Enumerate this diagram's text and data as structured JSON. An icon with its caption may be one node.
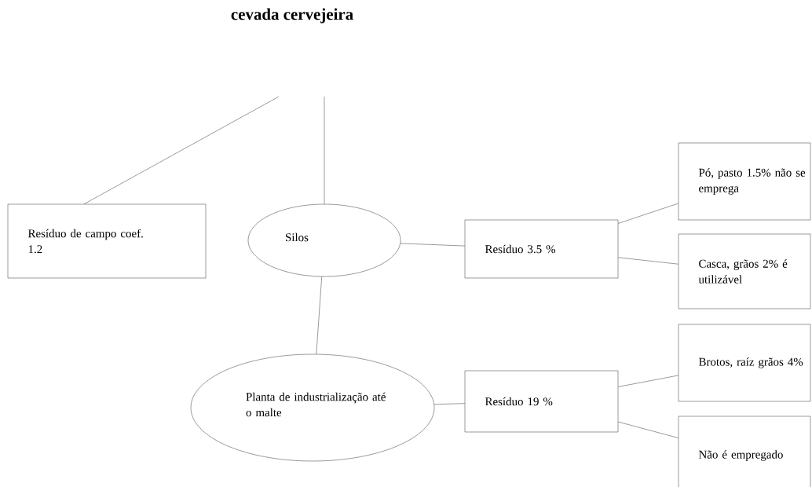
{
  "diagram": {
    "title": "cevada cervejeira",
    "nodes": [
      {
        "text": [
          "Resíduo de campo coef. 1.2"
        ]
      },
      {
        "text": [
          "Silos"
        ]
      },
      {
        "text": [
          "Resíduo 3.5 %"
        ]
      },
      {
        "text": [
          "Pó, pasto 1.5% não se emprega"
        ]
      },
      {
        "text": [
          "Casca, grãos 2% é utilizável"
        ]
      },
      {
        "text": [
          "Planta de industrialização até o malte"
        ]
      },
      {
        "text": [
          "Resíduo 19 %"
        ]
      },
      {
        "text": [
          "Brotos, raíz grãos 4%"
        ]
      },
      {
        "text": [
          "Não é empregado"
        ]
      }
    ],
    "edges": [
      {
        "from": null,
        "to": 0,
        "arrow": "none"
      },
      {
        "from": null,
        "to": 1,
        "arrow": "none"
      },
      {
        "from": 1,
        "to": 2,
        "arrow": "none"
      },
      {
        "from": 2,
        "to": 3,
        "arrow": "none"
      },
      {
        "from": 2,
        "to": 4,
        "arrow": "none"
      },
      {
        "from": 1,
        "to": 5,
        "arrow": "none"
      },
      {
        "from": 5,
        "to": 6,
        "arrow": "none"
      },
      {
        "from": 6,
        "to": 7,
        "arrow": "none"
      },
      {
        "from": 6,
        "to": 8,
        "arrow": "none"
      }
    ]
  }
}
